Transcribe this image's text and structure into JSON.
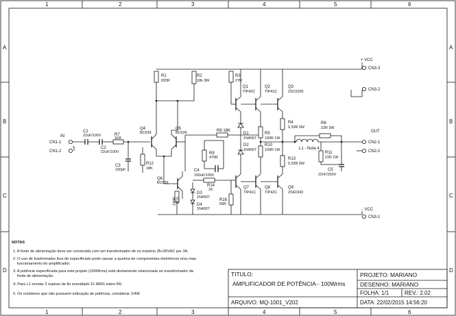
{
  "frame": {
    "cols": [
      "1",
      "2",
      "3",
      "4",
      "5",
      "6"
    ],
    "rows": [
      "A",
      "B",
      "C",
      "D"
    ]
  },
  "connectors": {
    "in_label": "IN",
    "cn1_1": "CN1-1",
    "cn1_2": "CN1-2",
    "vcc_pos": "+ VCC",
    "cn3_3": "CN3-3",
    "cn3_2": "CN3-2",
    "vcc_neg": "- VCC",
    "cn3_1": "CN3-1",
    "out_label": "OUT",
    "cn2_1": "CN2-1",
    "cn2_2": "CN2-2"
  },
  "components": {
    "c1": "C1",
    "c1_val": "22uF/100V",
    "c2": "C2",
    "c2_val": "22uF/100V",
    "c3": "C3",
    "c3_val": "100pF",
    "c4": "C4",
    "c4_val": "100uF/100V",
    "c5": "C5",
    "c5_val": "22nF/250V",
    "r1": "R1",
    "r1_val": "820R",
    "r2": "R2",
    "r2_val": "18k 3W",
    "r3": "R3",
    "r3_val": "27R",
    "r4": "R4",
    "r4_val": "0,33R 5W",
    "r5": "R5",
    "r5_val": "100R 1W",
    "r7": "R7",
    "r7_val": "1K8",
    "r8": "R8 18K",
    "r8b": "R8",
    "r8b_val": "22R 3W",
    "r9": "R9",
    "r9_val": "470R",
    "r10": "R10",
    "r10_val": "100R 1W",
    "r11": "R11",
    "r11_val": "22R 1W",
    "r12": "R12",
    "r12_val": "18K",
    "r13": "R13",
    "r13_val": "0,33R 5W",
    "r14": "R14",
    "r14_val": "1K",
    "r15": "R15",
    "r15_val": "270R",
    "r16": "R16",
    "r16_val": "56R",
    "l1": "L1 - Nota 4",
    "q1": "Q1",
    "q1_val": "TIP42C",
    "q2": "Q2",
    "q2_val": "TIP41C",
    "q3": "Q3",
    "q3_val": "2SC5200",
    "q4": "Q4",
    "q4_val": "BC639",
    "q5": "Q5",
    "q5_val": "BC639",
    "q6": "Q6",
    "q6_val": "BC639",
    "q7": "Q7",
    "q7_val": "TIP41C",
    "q8": "Q8",
    "q8_val": "TIP42C",
    "q9": "Q9",
    "q9_val": "2SA1943",
    "d1": "D1",
    "d1_val": "1N4007",
    "d2": "D2",
    "d2_val": "1N4007",
    "d3": "D3",
    "d3_val": "1N4007",
    "d4": "D4",
    "d4_val": "1N4007"
  },
  "notes": {
    "title": "NOTAS",
    "n1": "1. A fonte de alimentação deve ser construída com um transformador de no máximo 35+35VAC por 3A.",
    "n2a": "2. O uso de trasformador fora do especificado pode causar a queima de componentes eletrônicos e/ou mau",
    "n2b": "funcionamento do amplificador.",
    "n3a": "3. A potência especificada para este projeto (100Wrms) está diretamente relacionada ao transformador da",
    "n3b": "fonte de alimentação.",
    "n4": "4. Para L1 enrolar 2 espiras de fio esmaltado 21 AWG sobre R6.",
    "n5": "5. Os resistores que não possuem indicação de potência, considerar 1/4W."
  },
  "titleblock": {
    "titulo_label": "TITULO:",
    "titulo": "AMPLIFICADOR DE POTÊNCIA - 100Wrms",
    "projeto": "PROJETO:  MARIANO",
    "desenho": "DESENHO:  MARIANO",
    "folha": "FOLHA: 1/1",
    "rev": "REV.:  2.02",
    "arquivo": "ARQUIVO:  MQ-1001_V202",
    "data": "DATA:  22/02/2015 14:56:20"
  }
}
